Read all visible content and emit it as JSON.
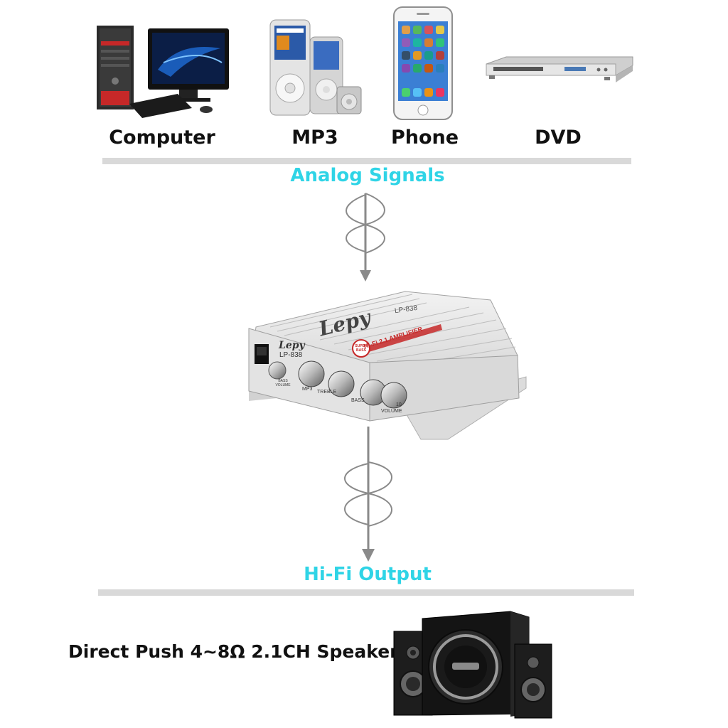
{
  "sources": [
    {
      "label": "Computer",
      "icon": "computer-icon"
    },
    {
      "label": "MP3",
      "icon": "mp3-player-icon"
    },
    {
      "label": "Phone",
      "icon": "phone-icon"
    },
    {
      "label": "DVD",
      "icon": "dvd-player-icon"
    }
  ],
  "input_label": "Analog Signals",
  "output_label": "Hi-Fi Output",
  "amplifier": {
    "brand": "Lepy",
    "model": "LP-838",
    "top_model": "LP-838",
    "stripe_text": "Hi-Fi 2.1 AMPLIFIER",
    "badge": "SUPER BASS",
    "knobs": [
      "MP3",
      "TREBLE",
      "BASS",
      "VOLUME"
    ],
    "bass_volume": "BASS VOLUME",
    "scale_max": "10"
  },
  "speaker_label": "Direct Push 4~8Ω 2.1CH Speaker",
  "colors": {
    "accent": "#2fd4e6",
    "divider": "#d9d9d9",
    "arrow": "#8a8a8a"
  }
}
